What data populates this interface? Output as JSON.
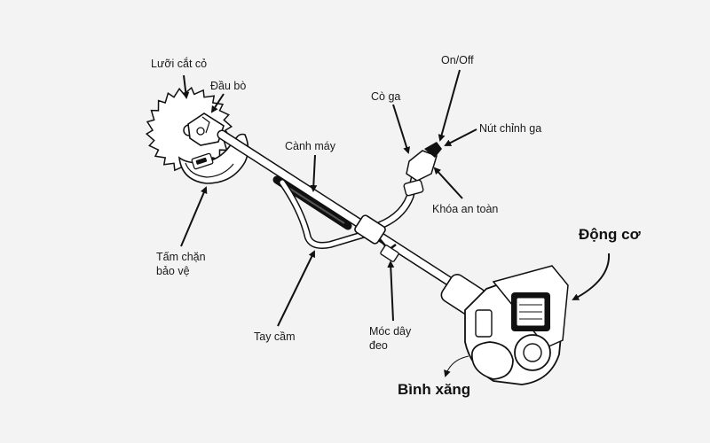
{
  "diagram": {
    "labels": {
      "blade": "Lưỡi cắt cỏ",
      "head": "Đầu bò",
      "on_off": "On/Off",
      "trigger": "Cò ga",
      "throttle_button": "Nút chỉnh ga",
      "shaft": "Cành máy",
      "safety_lock": "Khóa an toàn",
      "engine": "Động cơ",
      "guard_line1": "Tấm chặn",
      "guard_line2": "bảo vệ",
      "handle": "Tay cầm",
      "strap_hook_line1": "Móc dây",
      "strap_hook_line2": "đeo",
      "fuel_tank": "Bình xăng"
    },
    "colors": {
      "ink": "#111111",
      "background": "#f3f3f3",
      "part_fill": "#ffffff"
    }
  }
}
